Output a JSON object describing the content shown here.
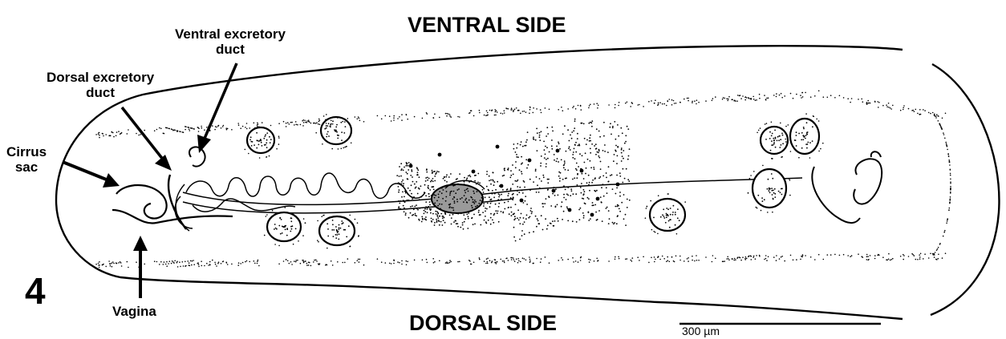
{
  "figure": {
    "number": "4",
    "ventral_label": "VENTRAL SIDE",
    "dorsal_label": "DORSAL SIDE",
    "scale_bar_label": "300 µm"
  },
  "labels": {
    "ventral_duct_line1": "Ventral excretory",
    "ventral_duct_line2": "duct",
    "dorsal_duct_line1": "Dorsal excretory",
    "dorsal_duct_line2": "duct",
    "cirrus_line1": "Cirrus",
    "cirrus_line2": "sac",
    "vagina": "Vagina"
  },
  "colors": {
    "ink": "#000000",
    "paper": "#ffffff"
  }
}
